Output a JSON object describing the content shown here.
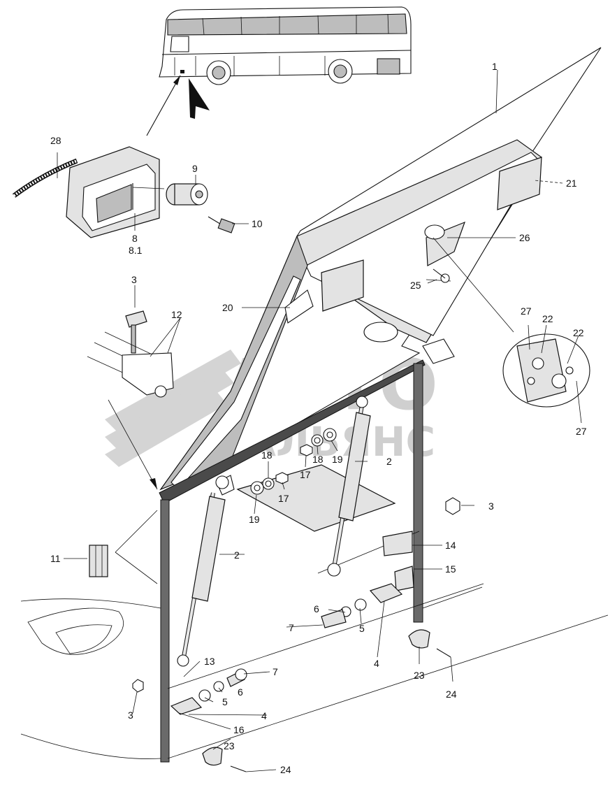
{
  "watermark": {
    "line1": "АВТО",
    "line2": "АЛЬЯНС"
  },
  "callouts": {
    "c1": "1",
    "c2a": "2",
    "c2b": "2",
    "c3a": "3",
    "c3b": "3",
    "c3c": "3",
    "c4a": "4",
    "c4b": "4",
    "c5a": "5",
    "c5b": "5",
    "c6a": "6",
    "c6b": "6",
    "c7a": "7",
    "c7b": "7",
    "c8": "8",
    "c8_1": "8.1",
    "c9": "9",
    "c10": "10",
    "c11": "11",
    "c12": "12",
    "c13": "13",
    "c14": "14",
    "c15": "15",
    "c16": "16",
    "c17a": "17",
    "c17b": "17",
    "c18a": "18",
    "c18b": "18",
    "c19a": "19",
    "c19b": "19",
    "c20": "20",
    "c21": "21",
    "c22a": "22",
    "c22b": "22",
    "c23a": "23",
    "c23b": "23",
    "c24a": "24",
    "c24b": "24",
    "c25": "25",
    "c26": "26",
    "c27a": "27",
    "c27b": "27",
    "c28": "28"
  }
}
